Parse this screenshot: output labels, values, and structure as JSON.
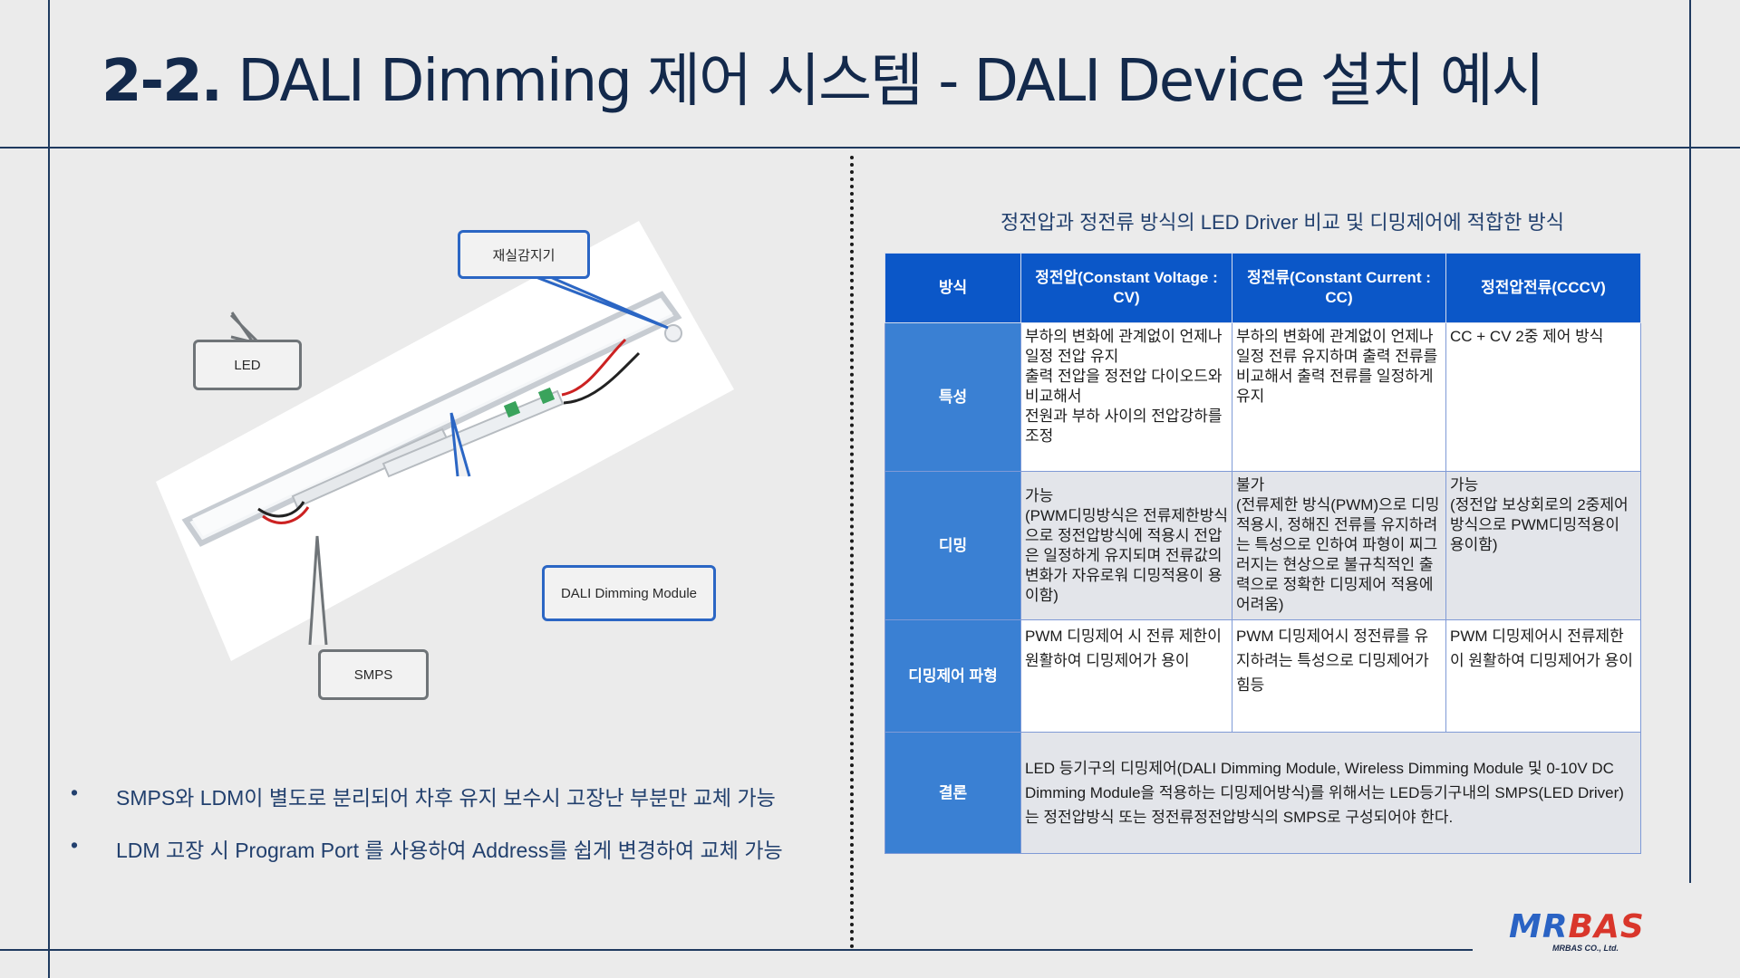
{
  "page": {
    "title_prefix": "2-2.",
    "title_rest": " DALI Dimming 제어 시스템 -  DALI Device 설치 예시"
  },
  "illustration": {
    "callouts": {
      "sensor": "재실감지기",
      "led": "LED",
      "dali_module": "DALI Dimming Module",
      "smps": "SMPS"
    }
  },
  "bullets": [
    "SMPS와 LDM이 별도로 분리되어 차후 유지 보수시 고장난 부분만 교체 가능",
    "LDM 고장 시 Program Port 를 사용하여 Address를 쉽게 변경하여 교체 가능"
  ],
  "table": {
    "title": "정전압과 정전류 방식의 LED Driver 비교 및 디밍제어에 적합한 방식",
    "headers": [
      "방식",
      "정전압(Constant Voltage : CV)",
      "정전류(Constant Current : CC)",
      "정전압전류(CCCV)"
    ],
    "rows": [
      {
        "head": "특성",
        "cells": [
          "부하의 변화에 관계없이 언제나 일정 전압 유지\n출력 전압을 정전압 다이오드와 비교해서\n전원과 부하 사이의 전압강하를 조정",
          "부하의 변화에 관계없이 언제나 일정 전류 유지하며 출력 전류를 비교해서 출력 전류를 일정하게 유지",
          "CC + CV 2중 제어 방식"
        ]
      },
      {
        "head": "디밍",
        "cells": [
          "가능\n(PWM디밍방식은 전류제한방식으로 정전압방식에 적용시 전압은 일정하게 유지되며 전류값의 변화가 자유로워 디밍적용이 용이함)",
          "불가\n(전류제한 방식(PWM)으로 디밍적용시, 정해진 전류를 유지하려는 특성으로 인하여 파형이 찌그러지는 현상으로 불규칙적인 출력으로 정확한 디밍제어 적용에 어려움)",
          "가능\n(정전압 보상회로의 2중제어방식으로 PWM디밍적용이 용이함)"
        ]
      },
      {
        "head": "디밍제어 파형",
        "cells": [
          "PWM 디밍제어 시 전류 제한이 원활하여 디밍제어가 용이",
          "PWM 디밍제어시 정전류를 유지하려는 특성으로 디밍제어가 힘등",
          "PWM 디밍제어시 전류제한이 원활하여 디밍제어가 용이"
        ]
      },
      {
        "head": "결론",
        "conclusion": "LED 등기구의 디밍제어(DALI Dimming Module, Wireless Dimming Module 및 0-10V DC Dimming Module을 적용하는 디밍제어방식)를 위해서는 LED등기구내의 SMPS(LED Driver)는 정전압방식 또는 정전류정전압방식의 SMPS로 구성되어야 한다."
      }
    ]
  },
  "logo": {
    "name": "MRBAS",
    "sub": "MRBAS CO., Ltd."
  },
  "colors": {
    "header_blue": "#0b57c8",
    "rowhead_blue": "#3a80d3",
    "title_navy": "#13294b",
    "logo_blue": "#2a63c4",
    "logo_red": "#d9362b"
  }
}
